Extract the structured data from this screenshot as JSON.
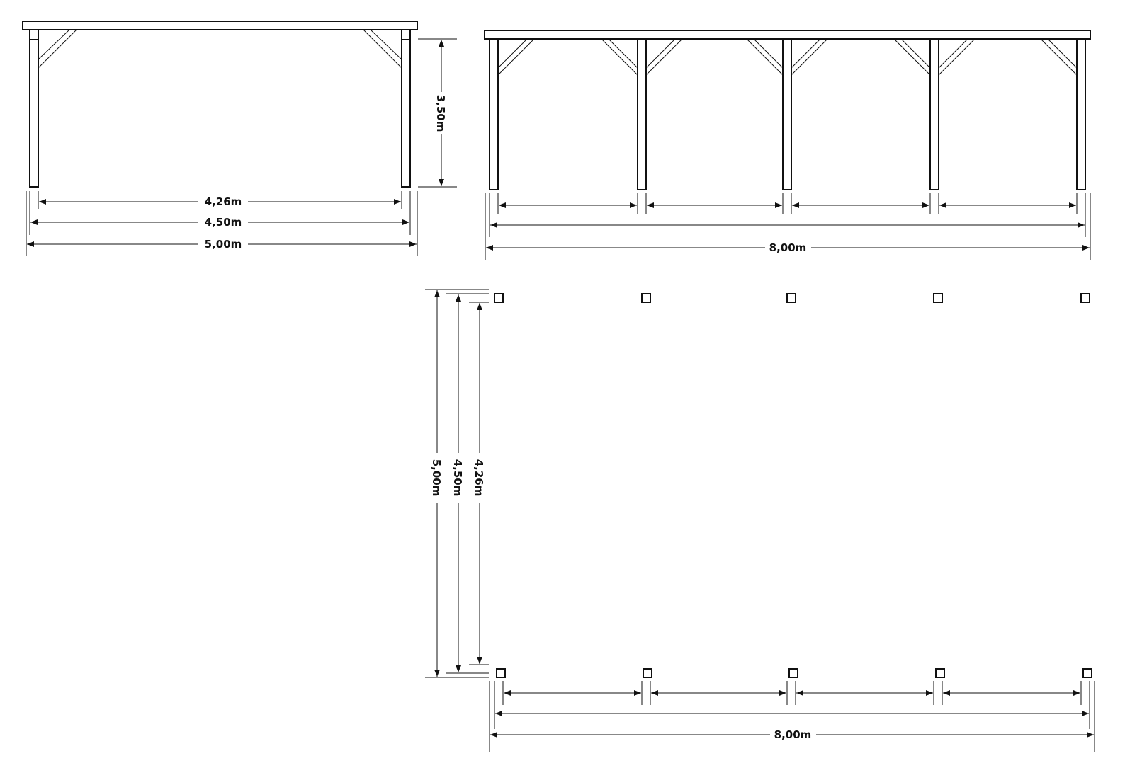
{
  "diagram": {
    "description_colors": {
      "line": "#111111",
      "background": "#ffffff"
    },
    "front_view": {
      "height_label": "3,50m",
      "inner_width_label": "4,26m",
      "post_width_label": "4,50m",
      "roof_width_label": "5,00m"
    },
    "side_view": {
      "total_length_label": "8,00m"
    },
    "plan_view": {
      "total_length_label": "8,00m",
      "depth_outer_label": "5,00m",
      "depth_posts_label": "4,50m",
      "depth_inner_label": "4,26m"
    }
  }
}
